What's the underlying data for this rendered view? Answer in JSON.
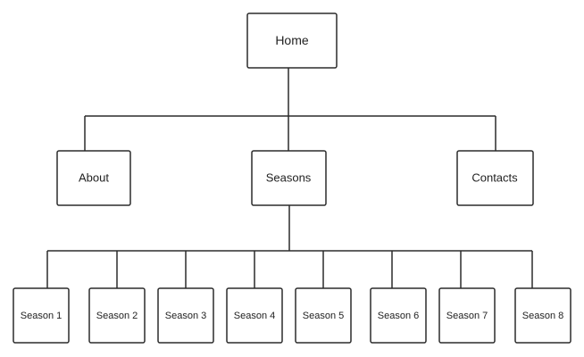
{
  "diagram": {
    "home": "Home",
    "level1": [
      "About",
      "Seasons",
      "Contacts"
    ],
    "seasons": [
      "Season 1",
      "Season 2",
      "Season 3",
      "Season 4",
      "Season 5",
      "Season 6",
      "Season 7",
      "Season 8"
    ]
  }
}
